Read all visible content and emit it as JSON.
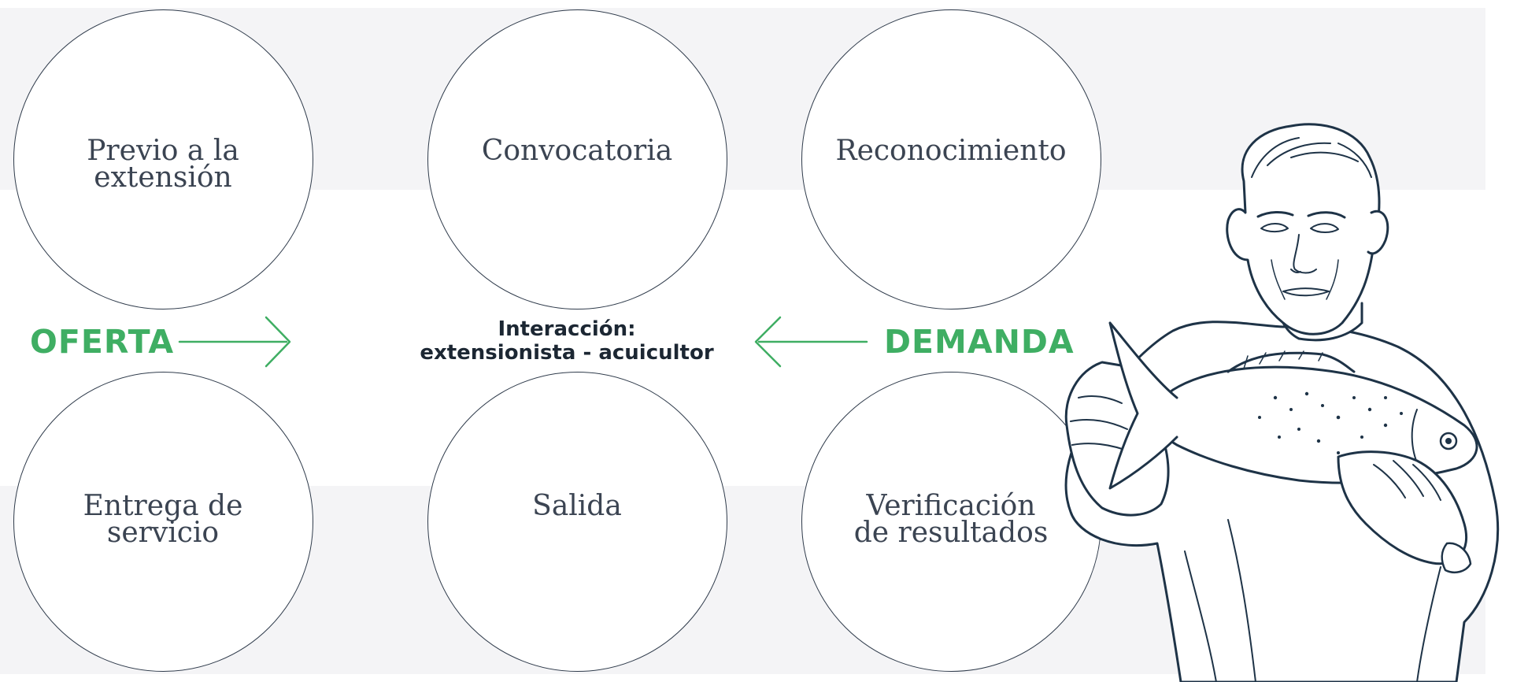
{
  "diagram": {
    "steps": {
      "previo": "Previo a la\nextensión",
      "convocatoria": "Convocatoria",
      "reconocimiento": "Reconocimiento",
      "entrega": "Entrega de\nservicio",
      "salida": "Salida",
      "verificacion": "Verificación\nde resultados"
    },
    "oferta_label": "OFERTA",
    "demanda_label": "DEMANDA",
    "center_label": {
      "line1": "Interacción:",
      "line2": "extensionista - acuicultor"
    }
  },
  "colors": {
    "accent_green": "#3fae63",
    "band_gray": "#f4f4f6",
    "outline": "#2f3b4b",
    "illustration_ink": "#1e3347"
  }
}
